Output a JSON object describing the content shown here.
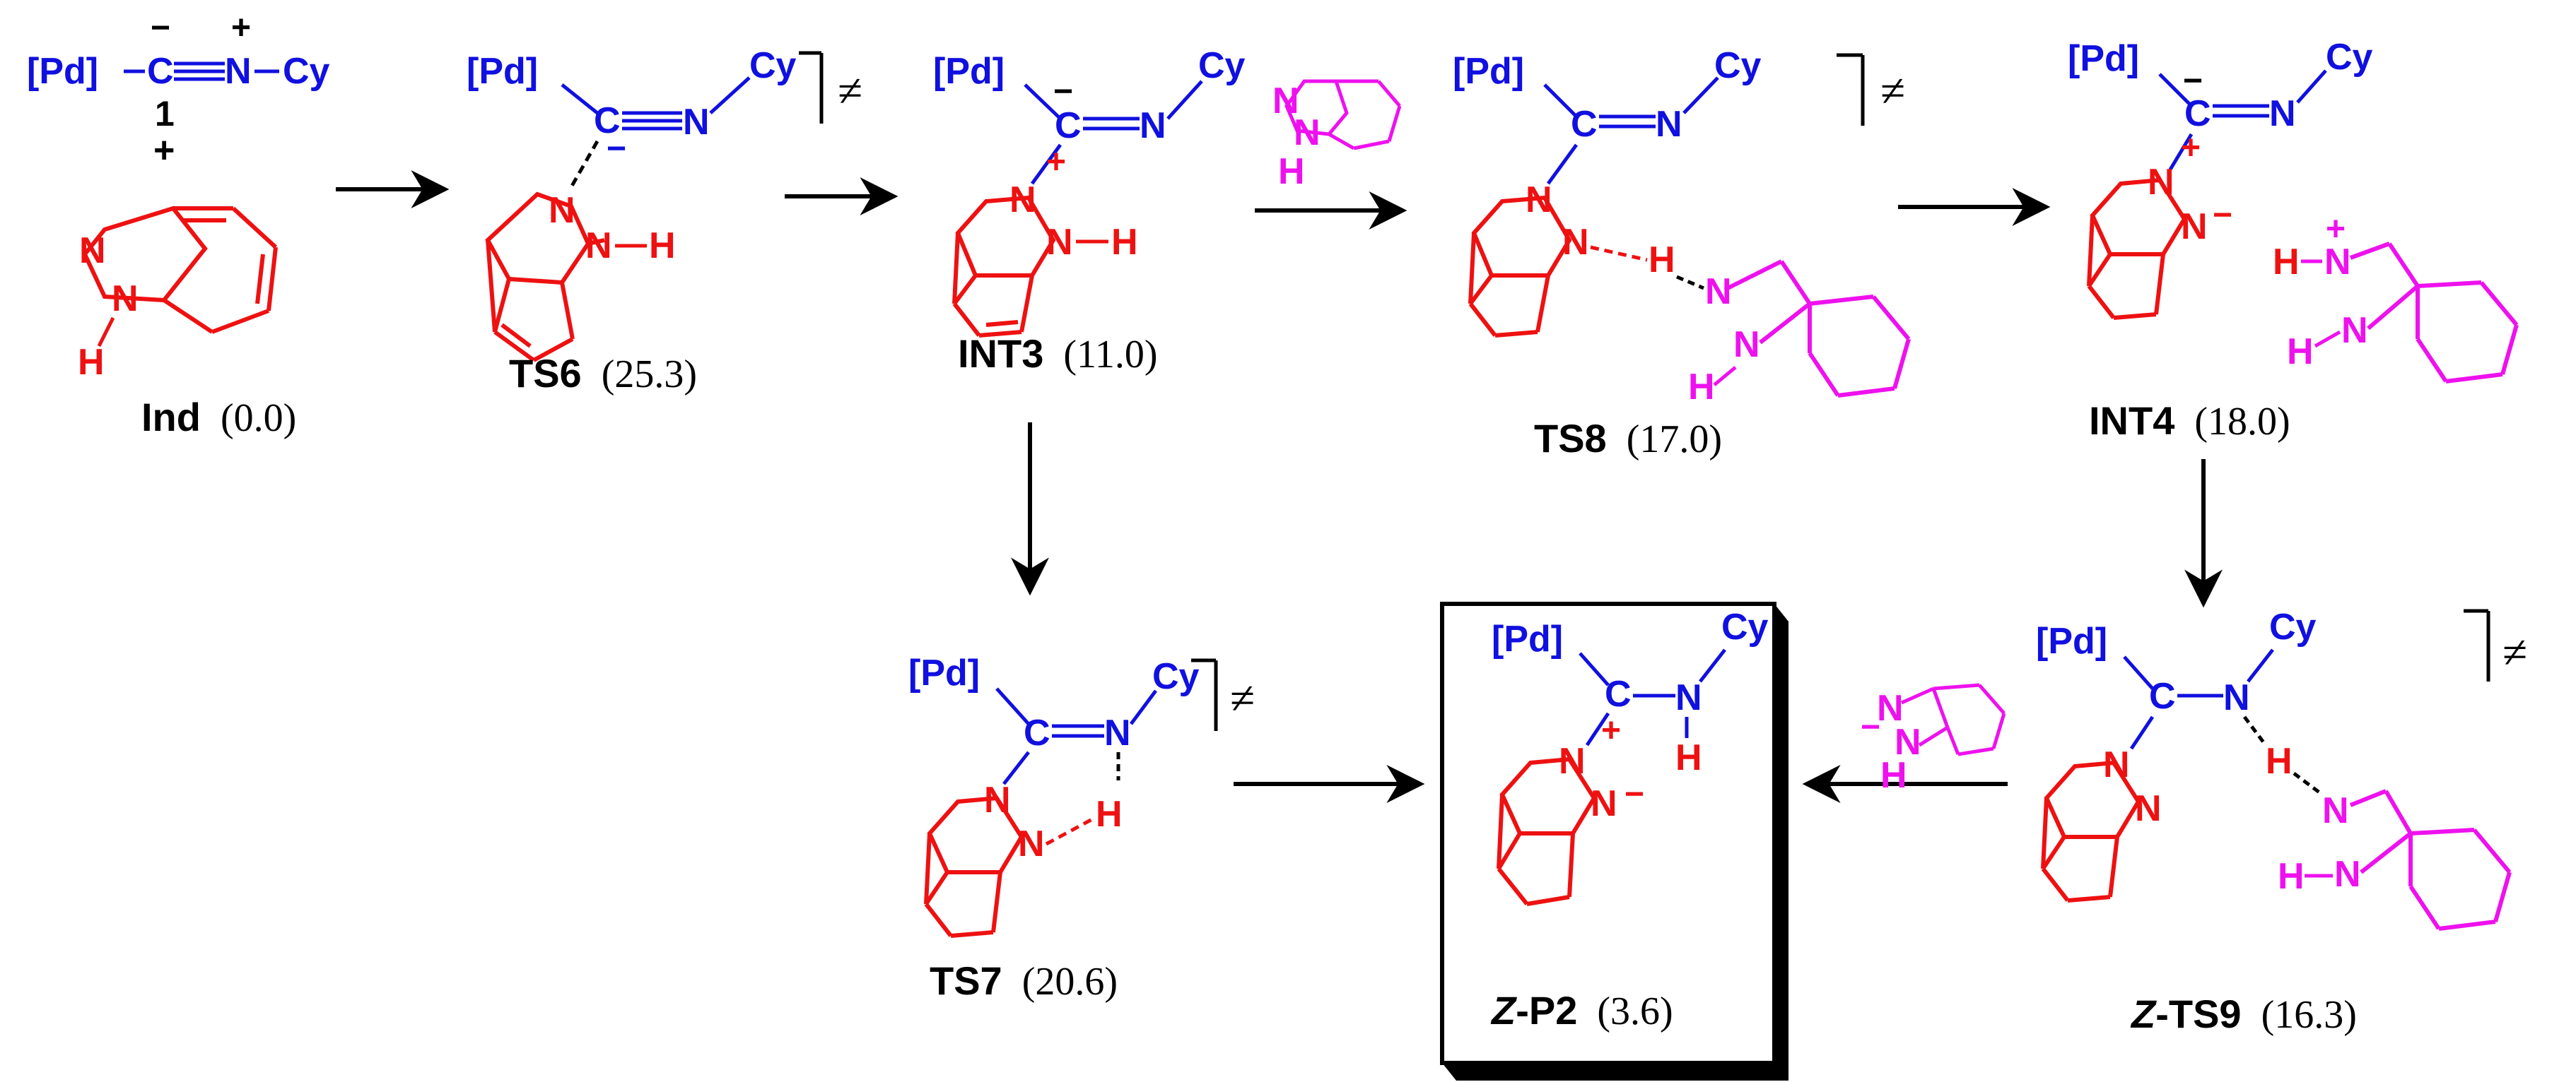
{
  "colors": {
    "blue": "#1010e0",
    "red": "#ee1111",
    "magenta": "#ee11ee",
    "black": "#000000"
  },
  "atoms": {
    "pd": "[Pd]",
    "cy": "Cy",
    "c": "C",
    "n": "N",
    "h": "H"
  },
  "symbols": {
    "plus": "+",
    "minus": "−",
    "ts": "≠"
  },
  "species": [
    {
      "id": "one",
      "label": "1"
    },
    {
      "id": "ind",
      "label": "Ind",
      "energy": "(0.0)"
    },
    {
      "id": "ts6",
      "label": "TS6",
      "energy": "(25.3)"
    },
    {
      "id": "int3",
      "label": "INT3",
      "energy": "(11.0)"
    },
    {
      "id": "ts8",
      "label": "TS8",
      "energy": "(17.0)"
    },
    {
      "id": "int4",
      "label": "INT4",
      "energy": "(18.0)"
    },
    {
      "id": "ts7",
      "label": "TS7",
      "energy": "(20.6)"
    },
    {
      "id": "zp2",
      "label_prefix": "Z",
      "label": "-P2",
      "energy": "(3.6)"
    },
    {
      "id": "zts9",
      "label_prefix": "Z",
      "label": "-TS9",
      "energy": "(16.3)"
    }
  ]
}
